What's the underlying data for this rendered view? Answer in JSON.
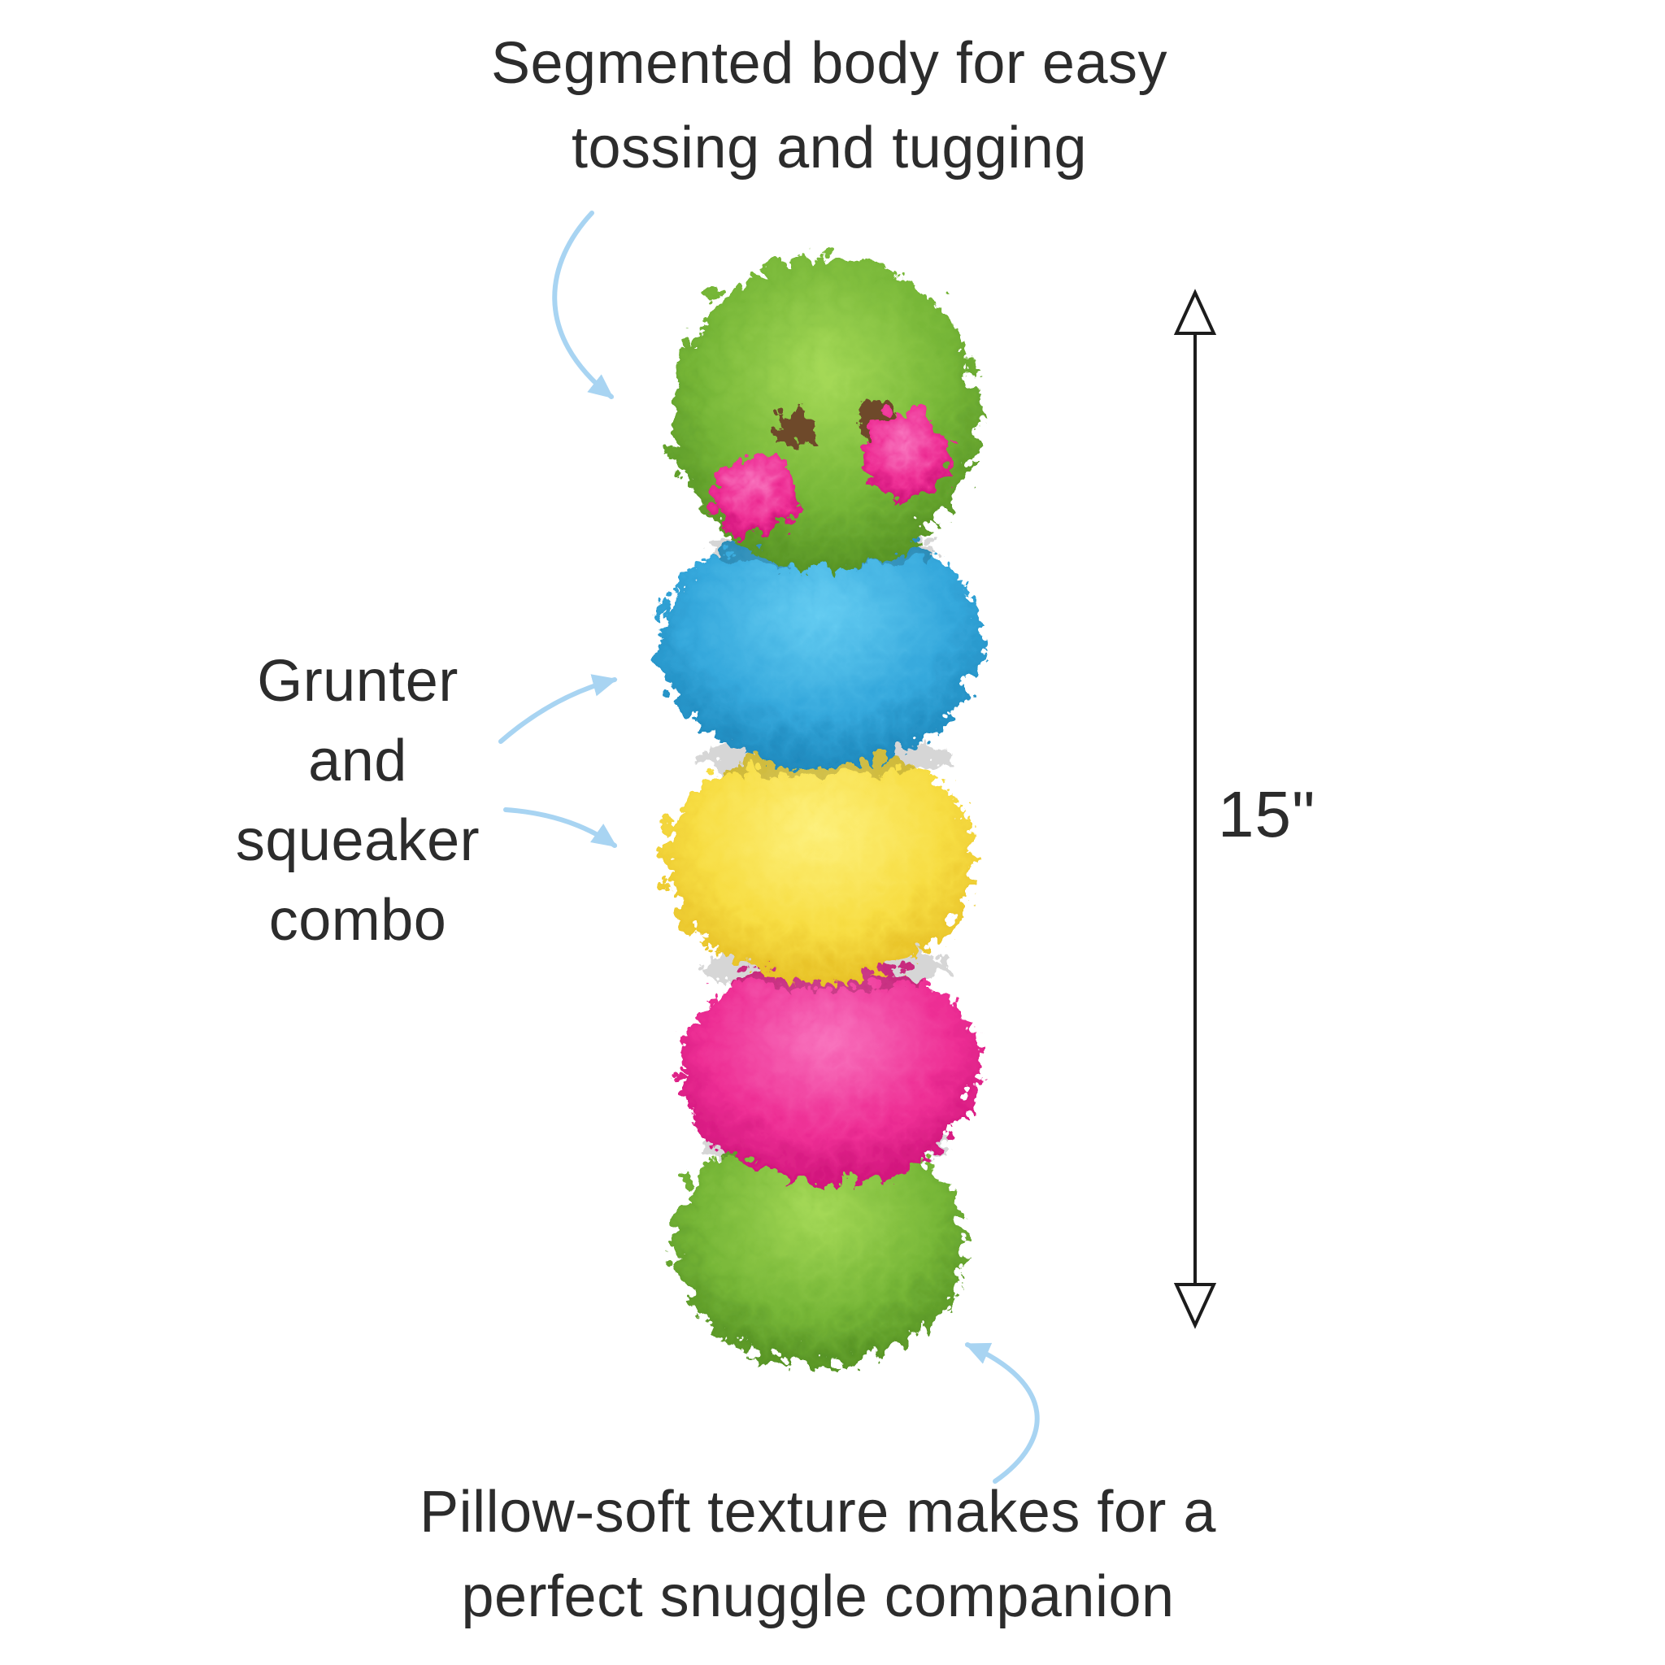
{
  "annotations": {
    "top": {
      "line1": "Segmented body for easy",
      "line2": "tossing and tugging"
    },
    "left": {
      "lines": [
        "Grunter",
        "and",
        "squeaker",
        "combo"
      ]
    },
    "bottom": {
      "line1": "Pillow-soft texture makes for a",
      "line2": "perfect snuggle companion"
    },
    "measurement": {
      "height_label": "15\""
    }
  },
  "toy": {
    "name": "Plush caterpillar dog toy",
    "segments": [
      {
        "part": "head",
        "color_name": "green"
      },
      {
        "part": "body-segment-1",
        "color_name": "blue"
      },
      {
        "part": "body-segment-2",
        "color_name": "yellow"
      },
      {
        "part": "body-segment-3",
        "color_name": "pink"
      },
      {
        "part": "body-segment-4",
        "color_name": "green"
      }
    ],
    "features": [
      "pink ear tufts on head",
      "brown eyes"
    ]
  },
  "colors": {
    "background": "#ffffff",
    "text": "#2c2c2c",
    "arrow": "#a8d4f2",
    "measure": "#1c1c1c",
    "green_light": "#a5d957",
    "green_mid": "#76b637",
    "green_dark": "#4e8a20",
    "blue_light": "#66cdf2",
    "blue_mid": "#35a8dc",
    "blue_dark": "#1880b4",
    "yellow_light": "#fdf07c",
    "yellow_mid": "#f7dd43",
    "yellow_dark": "#e3b91f",
    "pink_light": "#f873bd",
    "pink_mid": "#ee2f95",
    "pink_dark": "#c70d74",
    "eye_brown": "#6e4a2a"
  }
}
